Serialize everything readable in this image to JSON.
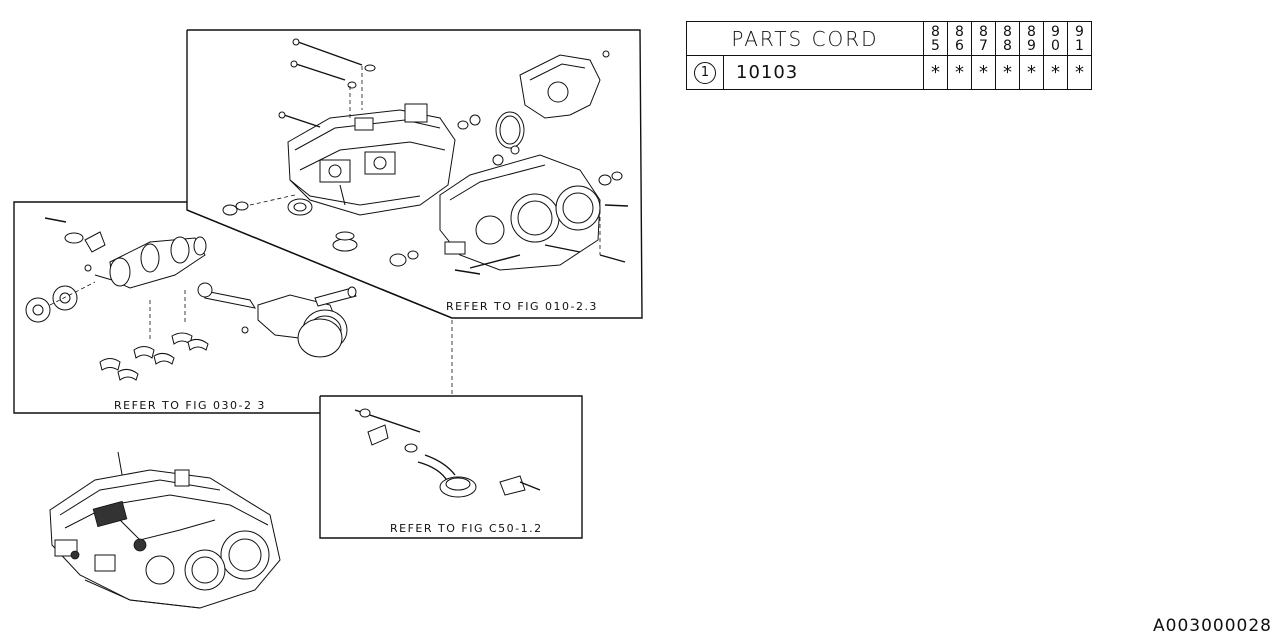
{
  "parts_table": {
    "header": "PARTS CORD",
    "years": [
      {
        "top": "8",
        "bottom": "5"
      },
      {
        "top": "8",
        "bottom": "6"
      },
      {
        "top": "8",
        "bottom": "7"
      },
      {
        "top": "8",
        "bottom": "8"
      },
      {
        "top": "8",
        "bottom": "9"
      },
      {
        "top": "9",
        "bottom": "0"
      },
      {
        "top": "9",
        "bottom": "1"
      }
    ],
    "rows": [
      {
        "index": "1",
        "code": "10103",
        "marks": [
          "*",
          "*",
          "*",
          "*",
          "*",
          "*",
          "*"
        ]
      }
    ]
  },
  "callouts": {
    "fig_010": "REFER TO FIG 010-2.3",
    "fig_030": "REFER TO FIG 030-2 3",
    "fig_c50": "REFER TO FIG C50-1.2"
  },
  "document_id": "A003000028"
}
